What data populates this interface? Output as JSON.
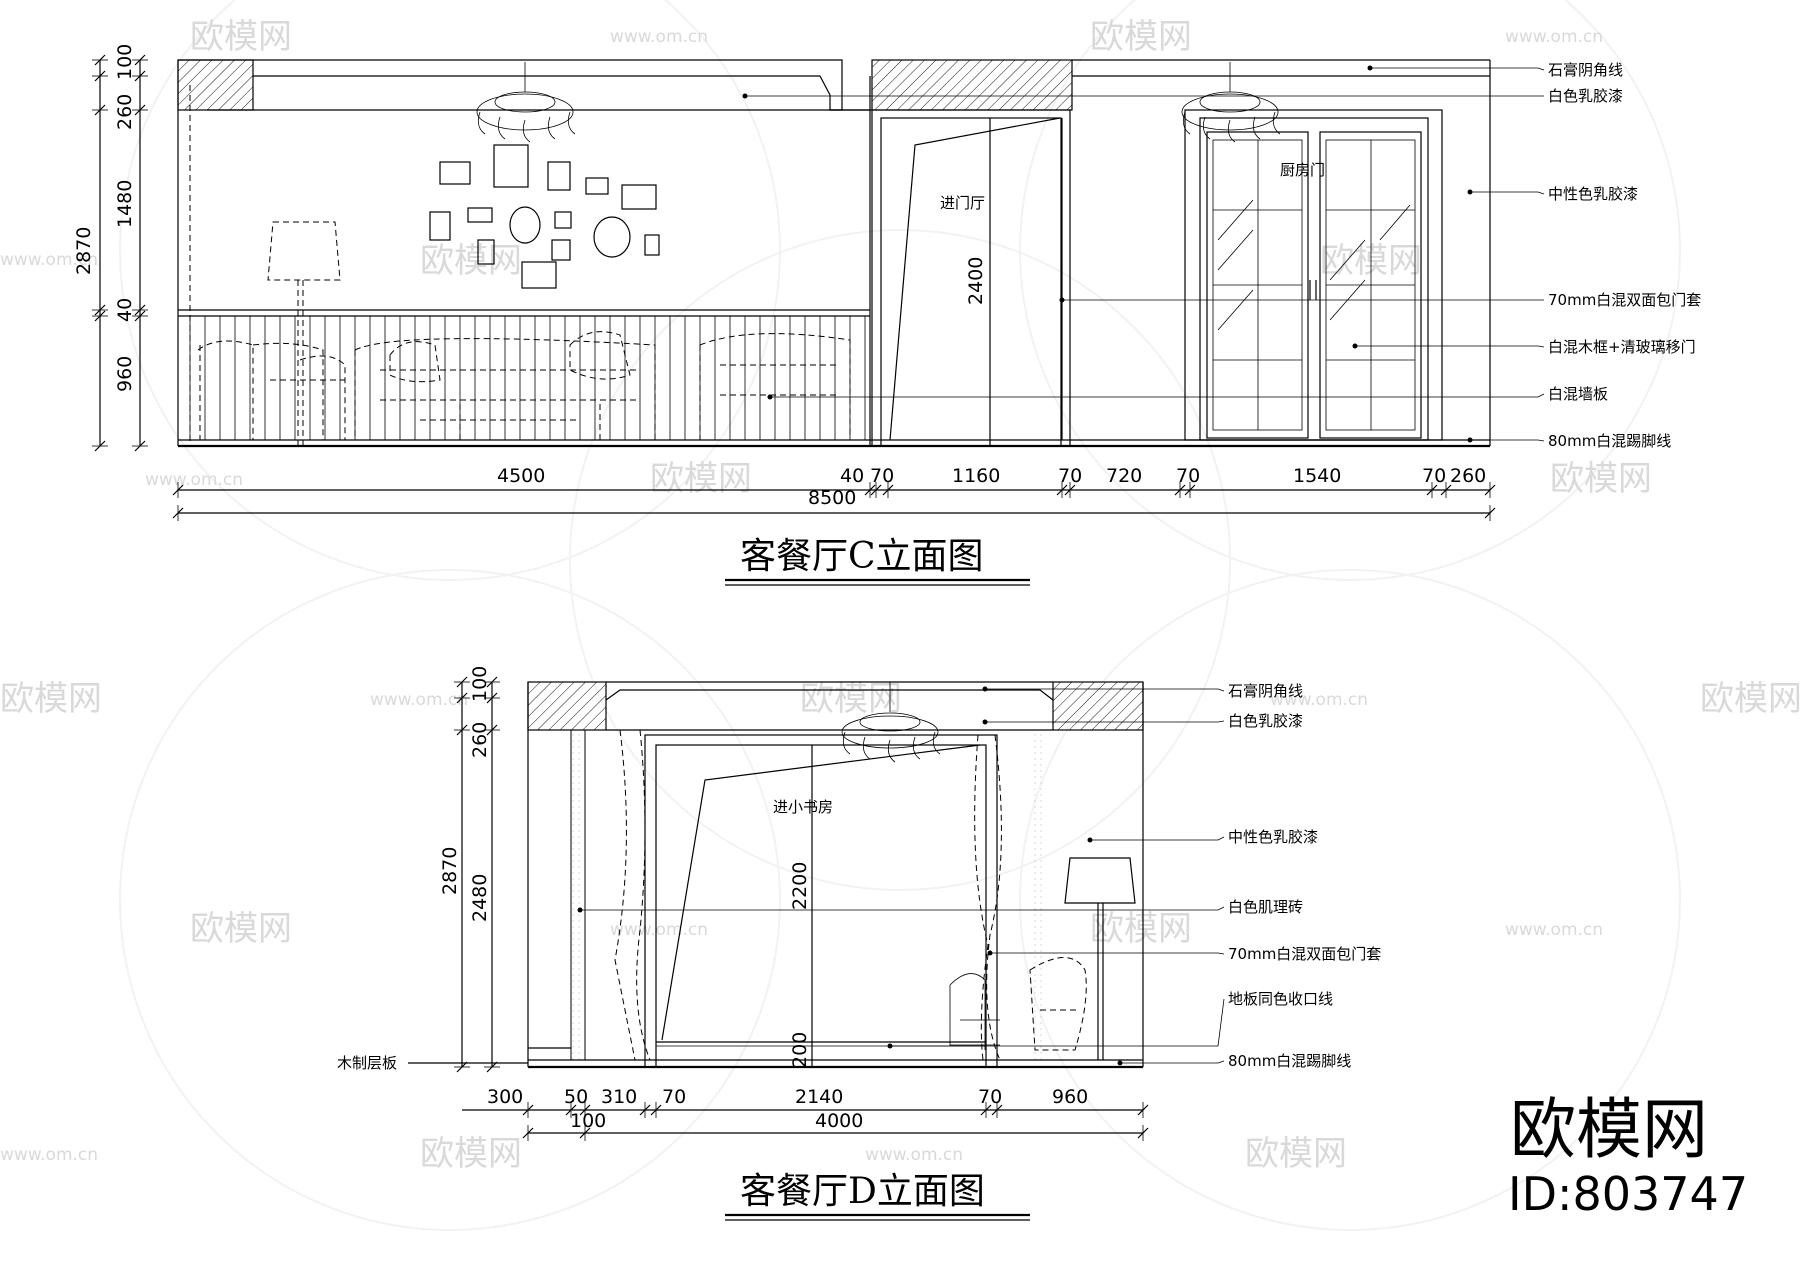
{
  "watermark": {
    "brand": "欧模网",
    "url": "www.om.cn",
    "big_brand": "欧模网",
    "id_label": "ID:803747"
  },
  "elevation_c": {
    "title": "客餐厅C立面图",
    "left_dims": [
      "100",
      "260",
      "1480",
      "40",
      "960"
    ],
    "total_height": "2870",
    "door_height": "2400",
    "bottom_dims": [
      "4500",
      "40",
      "70",
      "1160",
      "70",
      "720",
      "70",
      "1540",
      "70",
      "260"
    ],
    "total_width": "8500",
    "room_labels": {
      "entrance": "进门厅",
      "kitchen_door": "厨房门"
    },
    "notes": [
      "石膏阴角线",
      "白色乳胶漆",
      "中性色乳胶漆",
      "70mm白混双面包门套",
      "白混木框+清玻璃移门",
      "白混墙板",
      "80mm白混踢脚线"
    ]
  },
  "elevation_d": {
    "title": "客餐厅D立面图",
    "left_dims": [
      "100",
      "260",
      "2480"
    ],
    "total_height": "2870",
    "door_height": "2200",
    "floor_dim": "200",
    "bottom_dims": [
      "300",
      "50",
      "310",
      "70",
      "2140",
      "70",
      "960"
    ],
    "sub_dim": "100",
    "total_width": "4000",
    "room_labels": {
      "study": "进小书房"
    },
    "left_note": "木制层板",
    "notes": [
      "石膏阴角线",
      "白色乳胶漆",
      "中性色乳胶漆",
      "白色肌理砖",
      "70mm白混双面包门套",
      "地板同色收口线",
      "80mm白混踢脚线"
    ]
  }
}
